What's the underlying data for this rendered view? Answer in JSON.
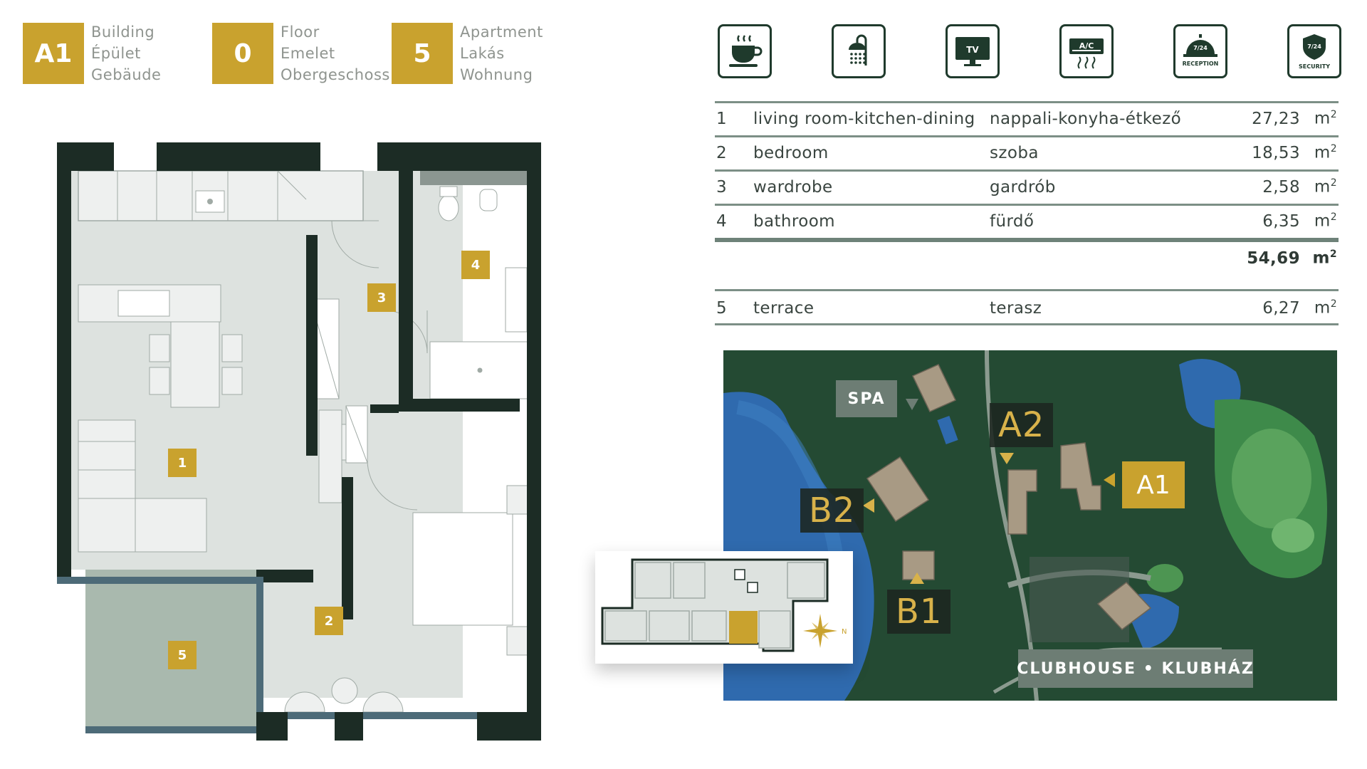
{
  "header": [
    {
      "code": "A1",
      "labels": [
        "Building",
        "Épület",
        "Gebäude"
      ]
    },
    {
      "code": "0",
      "labels": [
        "Floor",
        "Emelet",
        "Obergeschoss"
      ]
    },
    {
      "code": "5",
      "labels": [
        "Apartment",
        "Lakás",
        "Wohnung"
      ]
    }
  ],
  "amenities": {
    "coffee": {
      "icon": "coffee-cup-icon"
    },
    "shower": {
      "icon": "shower-icon"
    },
    "tv": {
      "icon": "tv-icon",
      "label": "TV"
    },
    "ac": {
      "icon": "air-conditioning-icon",
      "label": "A/C"
    },
    "reception": {
      "icon": "reception-bell-icon",
      "top": "7/24",
      "label": "RECEPTION"
    },
    "security": {
      "icon": "security-shield-icon",
      "top": "7/24",
      "label": "SECURITY"
    }
  },
  "rooms": [
    {
      "num": "1",
      "en": "living room-kitchen-dining",
      "hu": "nappali-konyha-étkező",
      "area": "27,23",
      "unit": "m"
    },
    {
      "num": "2",
      "en": "bedroom",
      "hu": "szoba",
      "area": "18,53",
      "unit": "m"
    },
    {
      "num": "3",
      "en": "wardrobe",
      "hu": "gardrób",
      "area": "2,58",
      "unit": "m"
    },
    {
      "num": "4",
      "en": "bathroom",
      "hu": "fürdő",
      "area": "6,35",
      "unit": "m"
    }
  ],
  "total": {
    "area": "54,69",
    "unit": "m"
  },
  "terrace": {
    "num": "5",
    "en": "terrace",
    "hu": "terasz",
    "area": "6,27",
    "unit": "m"
  },
  "unit_sup": "2",
  "floorplan_numbers": [
    "1",
    "2",
    "3",
    "4",
    "5"
  ],
  "sitemap": {
    "spa": "SPA",
    "a2": "A2",
    "a1": "A1",
    "b2": "B2",
    "b1": "B1",
    "clubhouse": "CLUBHOUSE • KLUBHÁZ"
  },
  "compass": {
    "letter": "N"
  },
  "colors": {
    "gold": "#c9a22e",
    "dark_green": "#1f3a2c",
    "wall": "#1c2c25",
    "floor": "#dde2df",
    "terrace": "#a9b9ae"
  }
}
